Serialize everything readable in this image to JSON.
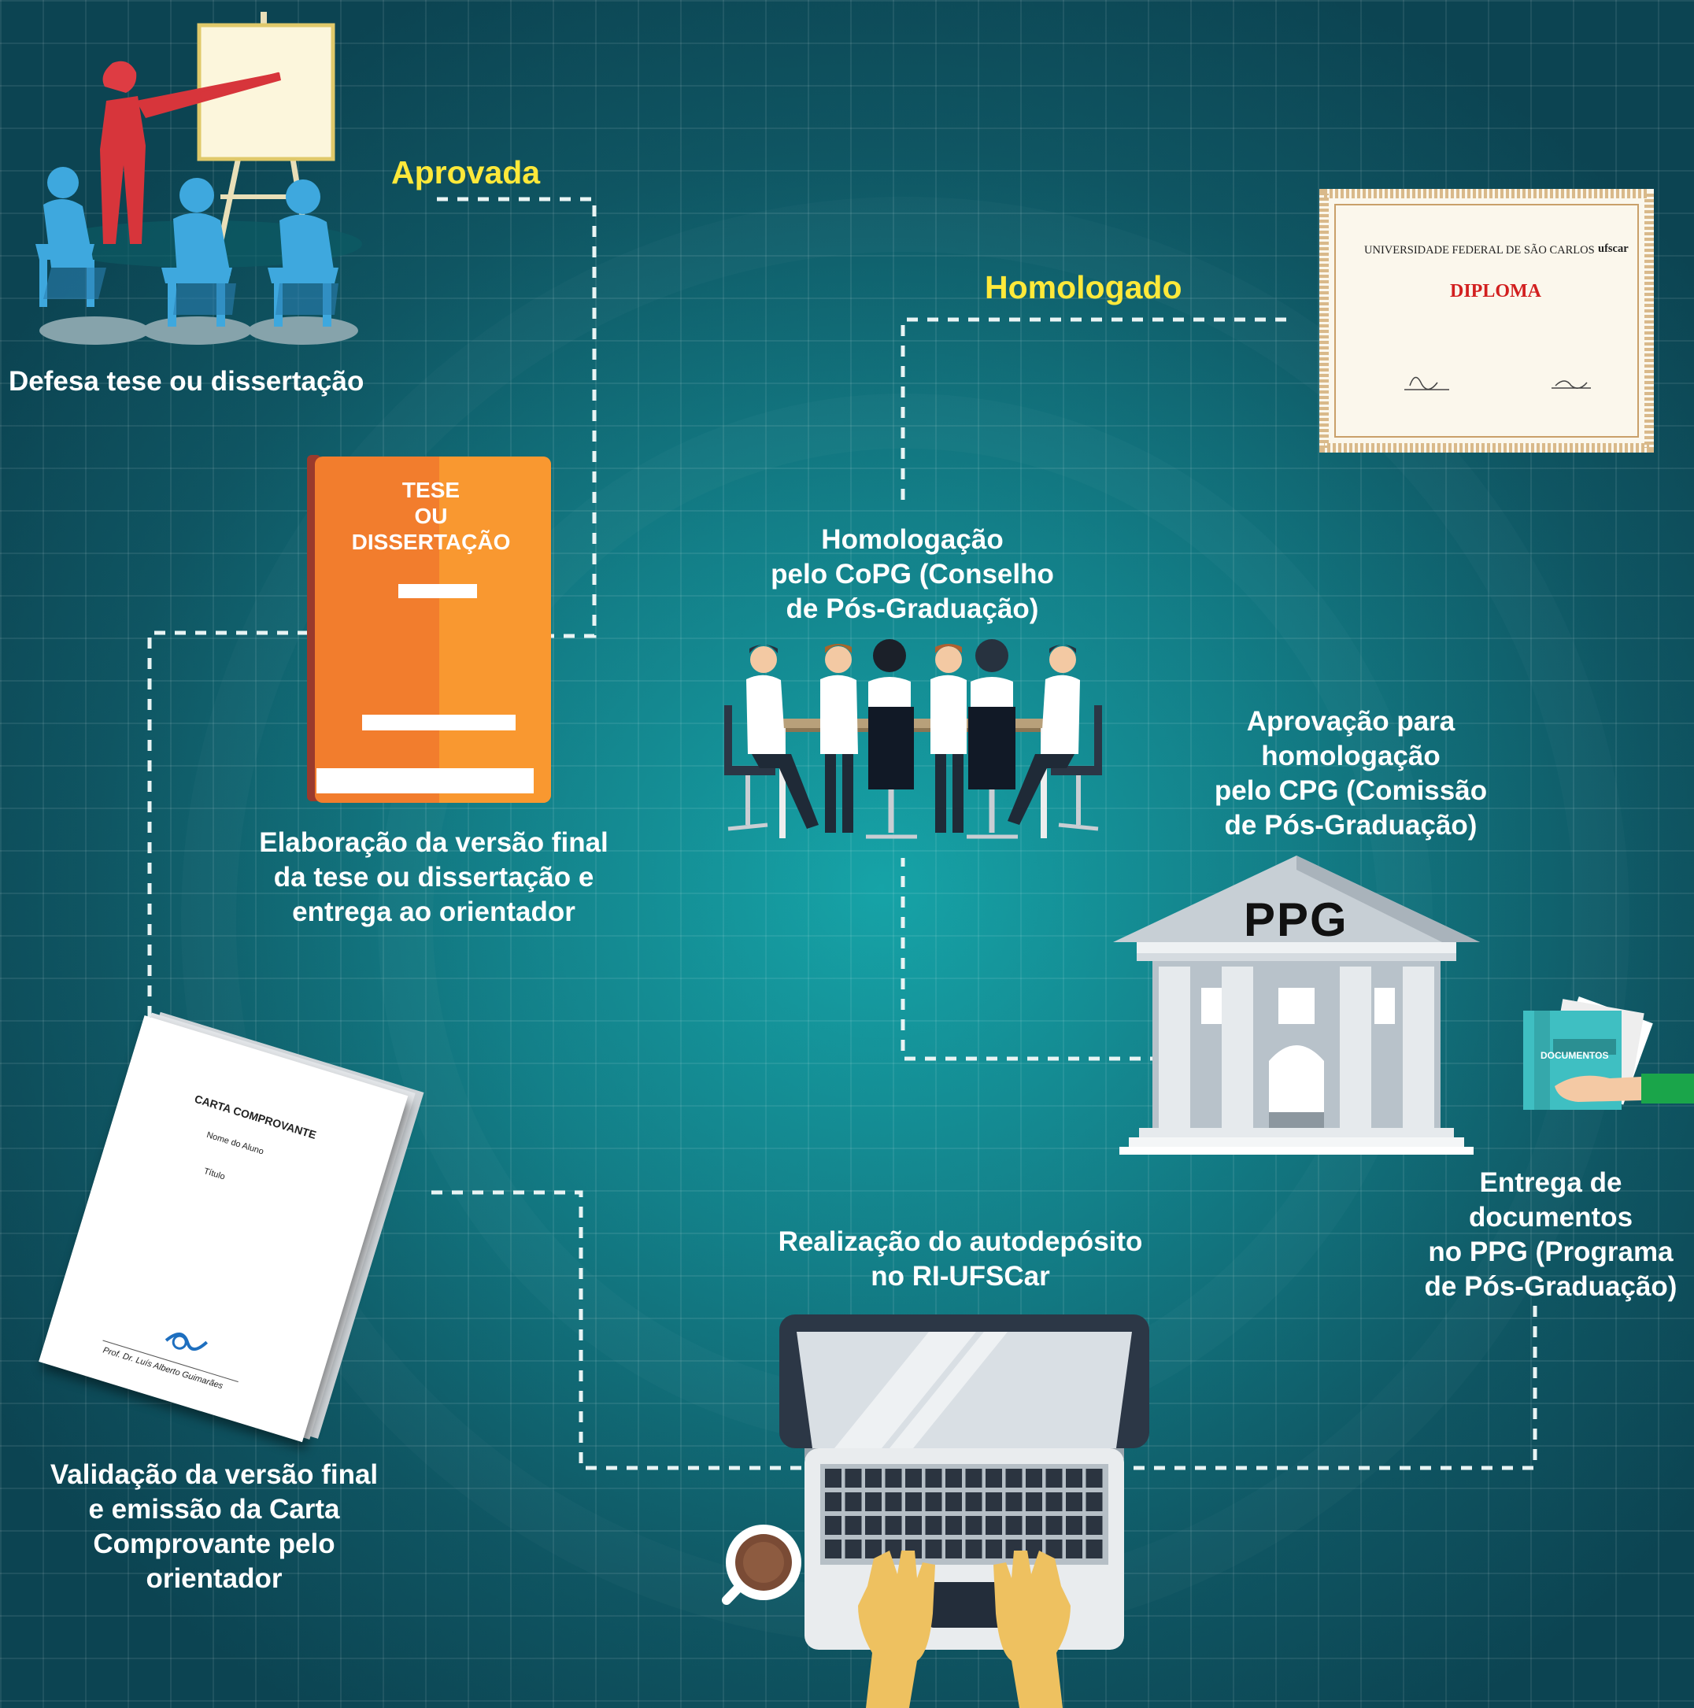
{
  "colors": {
    "background": "#137f88",
    "caption": "#ffffff",
    "status_label": "#ffe93a",
    "connector": "#ffffff"
  },
  "steps": {
    "defense": "Defesa tese ou dissertação",
    "final_version_1": "Elaboração da versão final",
    "final_version_2": "da tese ou dissertação e",
    "final_version_3": "entrega ao orientador",
    "validation_1": "Validação da versão final",
    "validation_2": "e emissão da Carta",
    "validation_3": "Comprovante pelo",
    "validation_4": "orientador",
    "deposit_1": "Realização do autodepósito",
    "deposit_2": "no RI-UFSCar",
    "delivery_1": "Entrega de",
    "delivery_2": "documentos",
    "delivery_3": "no PPG (Programa",
    "delivery_4": "de Pós-Graduação)",
    "cpg_1": "Aprovação para",
    "cpg_2": "homologação",
    "cpg_3": "pelo CPG (Comissão",
    "cpg_4": "de Pós-Graduação)",
    "copg_1": "Homologação",
    "copg_2": "pelo CoPG (Conselho",
    "copg_3": "de Pós-Graduação)"
  },
  "status": {
    "approved": "Aprovada",
    "homologated": "Homologado"
  },
  "book": {
    "line1": "TESE",
    "line2": "OU",
    "line3": "DISSERTAÇÃO"
  },
  "building": {
    "label": "PPG"
  },
  "diploma": {
    "university": "UNIVERSIDADE FEDERAL DE SÃO CARLOS",
    "logo": "ufscar",
    "title": "DIPLOMA"
  },
  "letter": {
    "title": "CARTA COMPROVANTE",
    "field_name": "Nome do Aluno",
    "field_title": "Título",
    "signature": "Prof. Dr. Luís Alberto Guimarães"
  },
  "folder": {
    "label": "DOCUMENTOS"
  },
  "icons": [
    "presenter-icon",
    "book-icon",
    "meeting-icon",
    "diploma-icon",
    "building-icon",
    "documents-hand-icon",
    "certificate-letter-icon",
    "laptop-icon",
    "coffee-cup-icon"
  ]
}
